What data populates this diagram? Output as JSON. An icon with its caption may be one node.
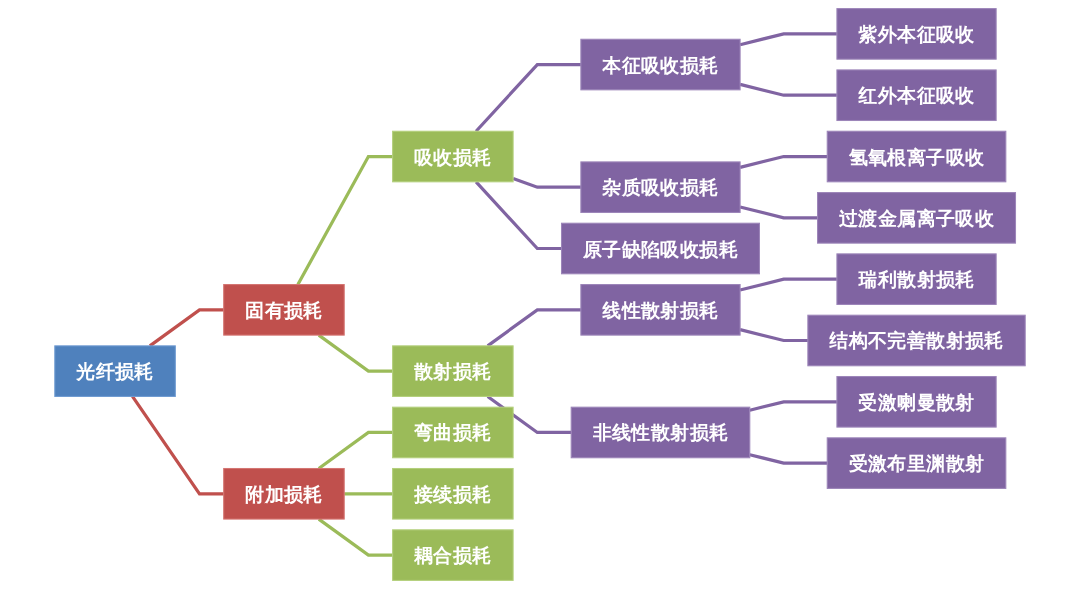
{
  "diagram": {
    "nodes": [
      {
        "text": [
          "光纤损耗"
        ]
      },
      {
        "text": [
          "固有损耗"
        ]
      },
      {
        "text": [
          "附加损耗"
        ]
      },
      {
        "text": [
          "吸收损耗"
        ]
      },
      {
        "text": [
          "散射损耗"
        ]
      },
      {
        "text": [
          "弯曲损耗"
        ]
      },
      {
        "text": [
          "接续损耗"
        ]
      },
      {
        "text": [
          "耦合损耗"
        ]
      },
      {
        "text": [
          "本征吸收损耗"
        ]
      },
      {
        "text": [
          "杂质吸收损耗"
        ]
      },
      {
        "text": [
          "原子缺陷吸收损耗"
        ]
      },
      {
        "text": [
          "线性散射损耗"
        ]
      },
      {
        "text": [
          "非线性散射损耗"
        ]
      },
      {
        "text": [
          "紫外本征吸收"
        ]
      },
      {
        "text": [
          "红外本征吸收"
        ]
      },
      {
        "text": [
          "氢氧根离子吸收"
        ]
      },
      {
        "text": [
          "过渡金属离子吸收"
        ]
      },
      {
        "text": [
          "瑞利散射损耗"
        ]
      },
      {
        "text": [
          "结构不完善散射损耗"
        ]
      },
      {
        "text": [
          "受激喇曼散射"
        ]
      },
      {
        "text": [
          "受激布里渊散射"
        ]
      }
    ],
    "edges": [
      {
        "from": 0,
        "to": 1,
        "arrow": "none",
        "color": "#c0504d"
      },
      {
        "from": 0,
        "to": 2,
        "arrow": "none",
        "color": "#c0504d"
      },
      {
        "from": 1,
        "to": 3,
        "arrow": "none",
        "color": "#9bbb59"
      },
      {
        "from": 1,
        "to": 4,
        "arrow": "none",
        "color": "#9bbb59"
      },
      {
        "from": 2,
        "to": 5,
        "arrow": "none",
        "color": "#9bbb59"
      },
      {
        "from": 2,
        "to": 6,
        "arrow": "none",
        "color": "#9bbb59"
      },
      {
        "from": 2,
        "to": 7,
        "arrow": "none",
        "color": "#9bbb59"
      },
      {
        "from": 3,
        "to": 8,
        "arrow": "none"
      },
      {
        "from": 3,
        "to": 9,
        "arrow": "none"
      },
      {
        "from": 3,
        "to": 10,
        "arrow": "none"
      },
      {
        "from": 4,
        "to": 11,
        "arrow": "none"
      },
      {
        "from": 4,
        "to": 12,
        "arrow": "none"
      },
      {
        "from": 8,
        "to": 13,
        "arrow": "none"
      },
      {
        "from": 8,
        "to": 14,
        "arrow": "none"
      },
      {
        "from": 9,
        "to": 15,
        "arrow": "none"
      },
      {
        "from": 9,
        "to": 16,
        "arrow": "none"
      },
      {
        "from": 11,
        "to": 17,
        "arrow": "none"
      },
      {
        "from": 11,
        "to": 18,
        "arrow": "none"
      },
      {
        "from": 12,
        "to": 19,
        "arrow": "none"
      },
      {
        "from": 12,
        "to": 20,
        "arrow": "none"
      }
    ]
  }
}
